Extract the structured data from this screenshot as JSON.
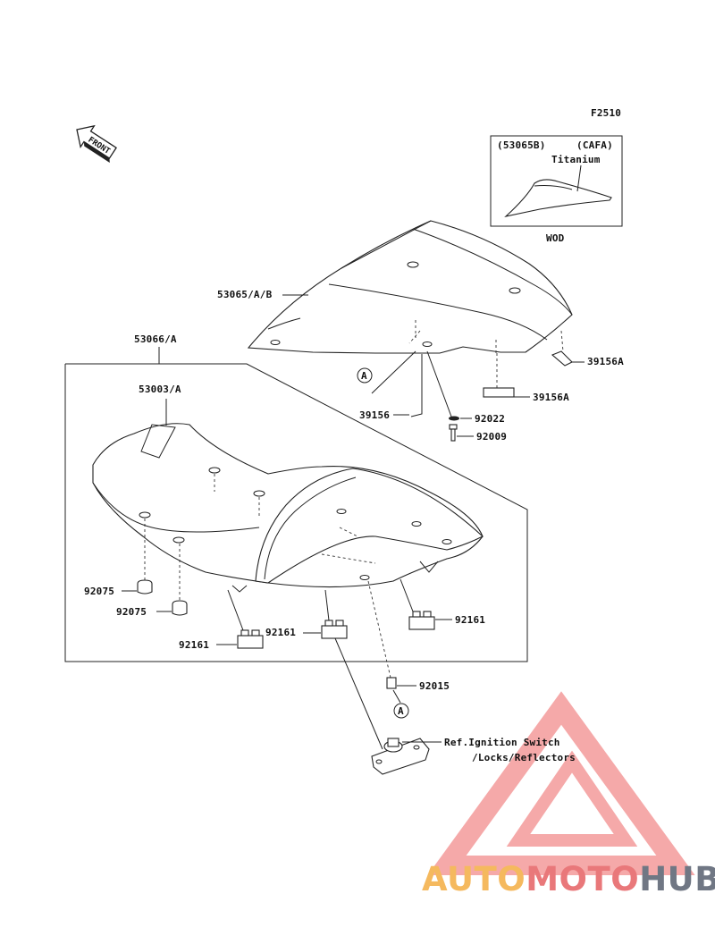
{
  "figure_code": "F2510",
  "front_marker": "FRONT",
  "inset": {
    "part_no": "(53065B)",
    "color_code": "(CAFA)",
    "color_name": "Titanium",
    "caption": "WOD"
  },
  "callouts": {
    "A_top": "A",
    "A_bottom": "A"
  },
  "labels": {
    "l53065": "53065/A/B",
    "l39156A_1": "39156A",
    "l39156A_2": "39156A",
    "l39156": "39156",
    "l92022": "92022",
    "l92009": "92009",
    "l53066": "53066/A",
    "l53003": "53003/A",
    "l92075_1": "92075",
    "l92075_2": "92075",
    "l92161_1": "92161",
    "l92161_2": "92161",
    "l92161_3": "92161",
    "l92015": "92015",
    "ref_line1": "Ref.Ignition Switch",
    "ref_line2": "/Locks/Reflectors"
  },
  "watermark": {
    "part1": "AUTO",
    "part2": "MOTO",
    "part3": "HUB",
    "color_auto": "#f5b95e",
    "color_moto": "#e9787a",
    "color_hub": "#707784"
  }
}
